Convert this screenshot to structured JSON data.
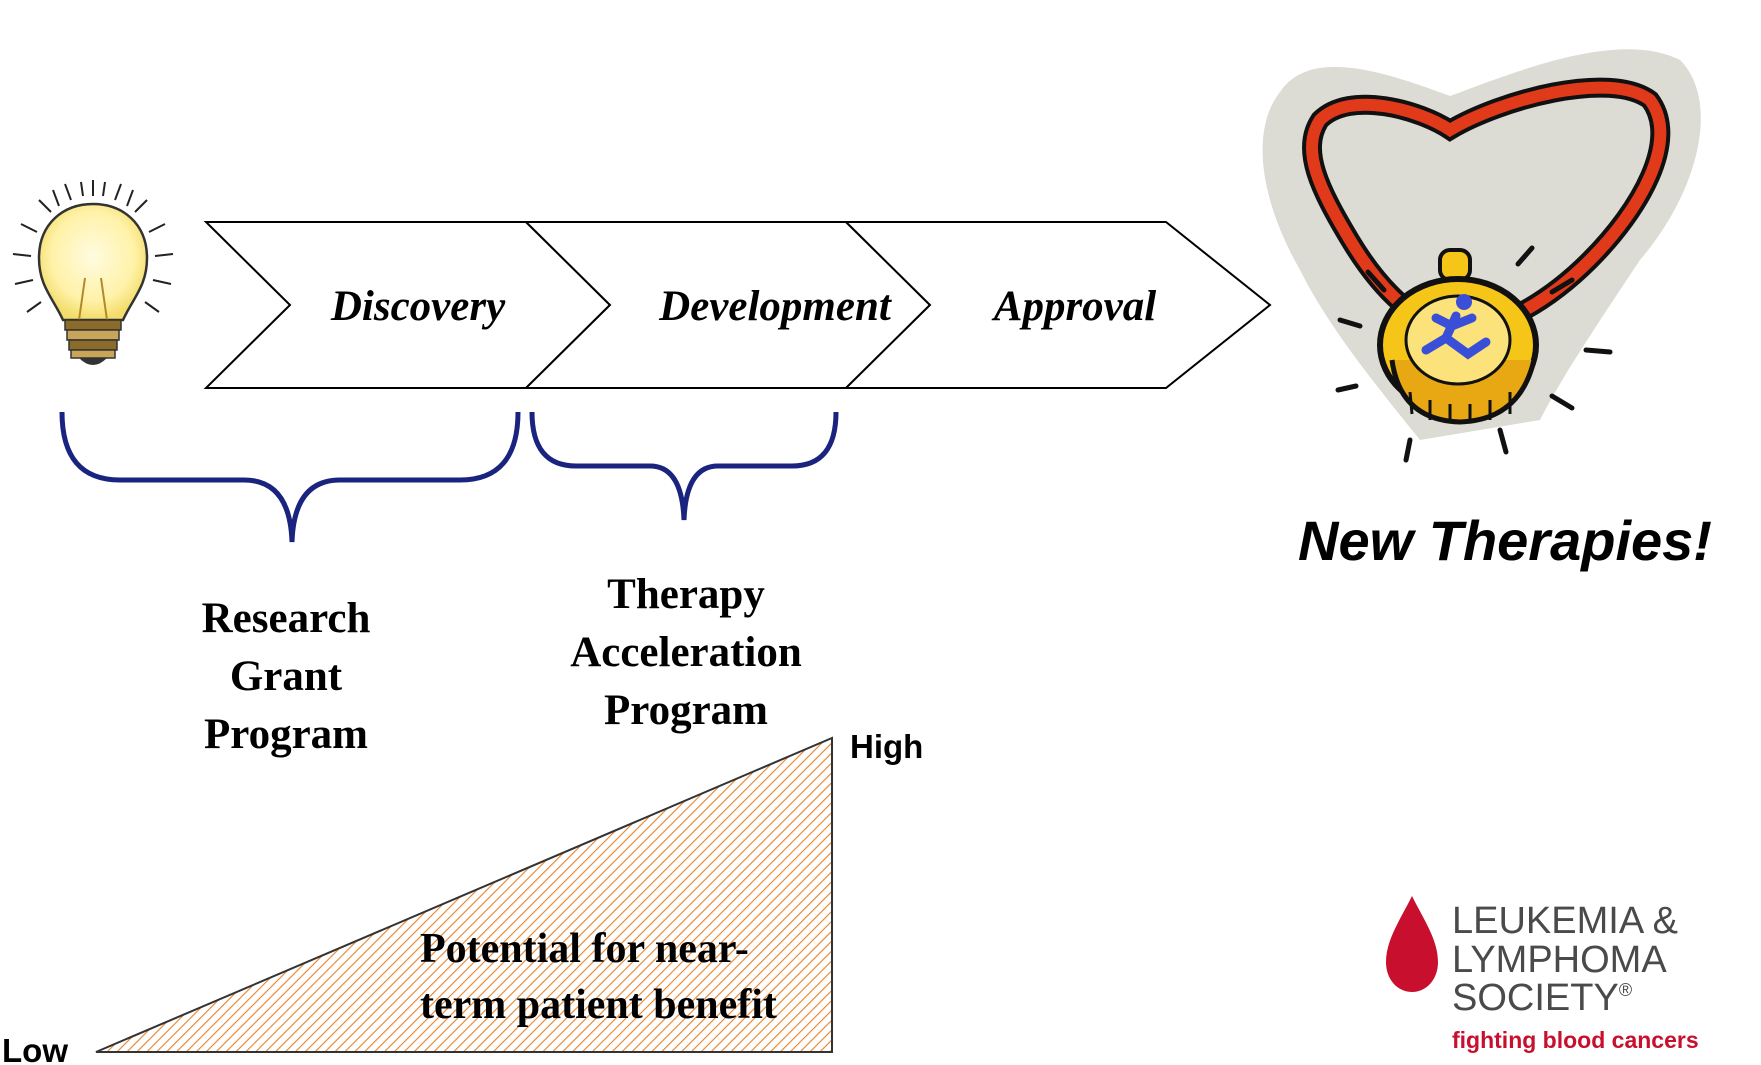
{
  "stages": {
    "discovery": "Discovery",
    "development": "Development",
    "approval": "Approval"
  },
  "programs": {
    "research_grant": [
      "Research",
      "Grant",
      "Program"
    ],
    "therapy_acceleration": [
      "Therapy",
      "Acceleration",
      "Program"
    ]
  },
  "scale": {
    "low": "Low",
    "high": "High",
    "benefit_lines": [
      "Potential for near-",
      "term patient benefit"
    ]
  },
  "outcome": {
    "label": "New Therapies!"
  },
  "logo": {
    "line1": "LEUKEMIA &",
    "line2": "LYMPHOMA",
    "line3": "SOCIETY",
    "registered": "®",
    "tagline": "fighting blood cancers"
  },
  "colors": {
    "brace": "#1a237e",
    "wedge_hatch": "#e8822a",
    "logo_red": "#c8102e",
    "medal_ribbon": "#e03a1a",
    "medal_gold": "#f5c518"
  },
  "icons": [
    "lightbulb-icon",
    "medal-icon",
    "blood-drop-icon"
  ]
}
